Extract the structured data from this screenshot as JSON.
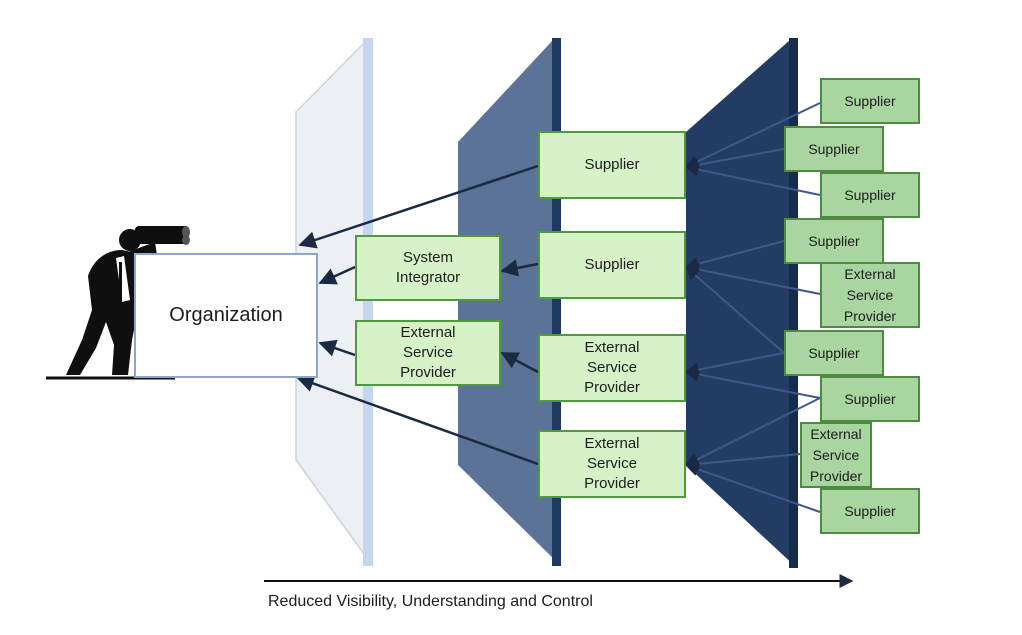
{
  "organization": "Organization",
  "system_integrator": [
    "System",
    "Integrator"
  ],
  "external_service_provider": [
    "External",
    "Service",
    "Provider"
  ],
  "supplier": "Supplier",
  "axis_caption": "Reduced Visibility, Understanding  and Control",
  "colors": {
    "light_green_box": "#d6f3c8",
    "dark_green_box": "#a8d5a0",
    "box_border": "#4e9a3c",
    "plane_light": "#eceff3",
    "plane_mid": "#5b7396",
    "plane_dark": "#1f3a63",
    "arrow": "#1b2a44"
  }
}
